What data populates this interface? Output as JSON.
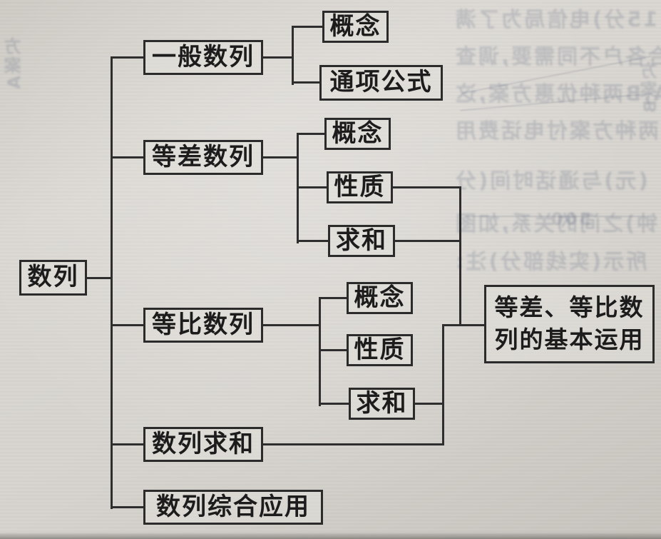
{
  "diagram": {
    "root": {
      "label": "数列"
    },
    "branches": [
      {
        "label": "一般数列",
        "children": [
          {
            "label": "概念"
          },
          {
            "label": "通项公式"
          }
        ]
      },
      {
        "label": "等差数列",
        "children": [
          {
            "label": "概念"
          },
          {
            "label": "性质"
          },
          {
            "label": "求和"
          }
        ]
      },
      {
        "label": "等比数列",
        "children": [
          {
            "label": "概念"
          },
          {
            "label": "性质"
          },
          {
            "label": "求和"
          }
        ]
      },
      {
        "label": "数列求和",
        "children": []
      },
      {
        "label": "数列综合应用",
        "children": []
      }
    ],
    "merge": {
      "label": "等差、等比数列的基本运用",
      "connects_from": [
        "等差数列.性质",
        "等差数列.求和",
        "等比数列.求和",
        "数列求和"
      ]
    }
  },
  "colors": {
    "ink": "#2b2b2b",
    "paper": "#d7d4cf"
  },
  "bleedthrough": {
    "description": "illegible mirrored show-through text and graph from the reverse page of the scan",
    "lines": [
      "(15分)电信局为了满",
      "合各户不同需要,调查",
      "A,B两种优惠方案,这",
      "两种方案付电话费用",
      "(元)与通话时间(分",
      "钟)之间的关系,如图",
      "所示(实线部分)注:",
      "500",
      "方案A",
      "方案B"
    ]
  }
}
